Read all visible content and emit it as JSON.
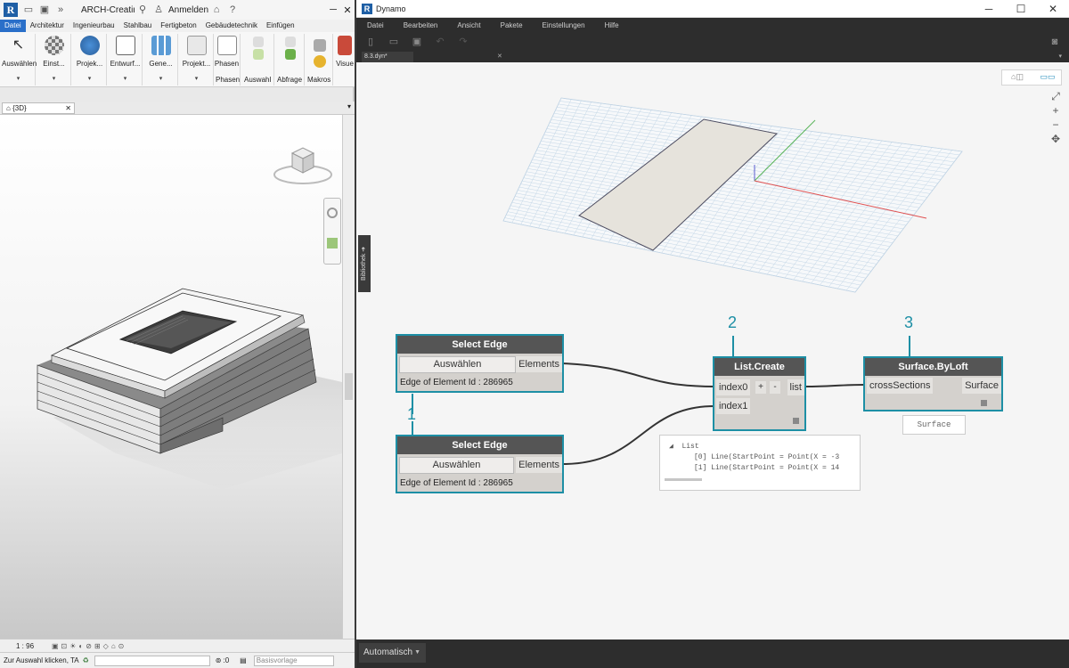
{
  "revit": {
    "title": "ARCH-Creating-...",
    "login": "Anmelden",
    "tabs": [
      "Datei",
      "Architektur",
      "Ingenieurbau",
      "Stahlbau",
      "Fertigbeton",
      "Gebäudetechnik",
      "Einfügen"
    ],
    "ribbon": {
      "buttons": [
        "Auswählen",
        "Einst...",
        "Projek...",
        "Entwurf...",
        "Gene...",
        "Projekt...",
        "Phasen",
        "Visue"
      ],
      "group_labels": [
        "Phasen",
        "Auswahl",
        "Abfrage",
        "Makros"
      ]
    },
    "view_tab": "{3D}",
    "scale": "1 : 96",
    "status": "Zur Auswahl klicken, TA",
    "status_count": ":0",
    "basis": "Basisvorlage"
  },
  "dynamo": {
    "title": "Dynamo",
    "menu": [
      "Datei",
      "Bearbeiten",
      "Ansicht",
      "Pakete",
      "Einstellungen",
      "Hilfe"
    ],
    "file_tab": "8.3.dyn*",
    "library_label": "Bibliothek",
    "run_mode": "Automatisch",
    "nodes": {
      "select_edge_1": {
        "title": "Select Edge",
        "button": "Auswählen",
        "output": "Elements",
        "info": "Edge of Element Id : 286965"
      },
      "select_edge_2": {
        "title": "Select Edge",
        "button": "Auswählen",
        "output": "Elements",
        "info": "Edge of Element Id : 286965"
      },
      "list_create": {
        "title": "List.Create",
        "inputs": [
          "index0",
          "index1"
        ],
        "plus": "+",
        "minus": "-",
        "output": "list"
      },
      "surface_byloft": {
        "title": "Surface.ByLoft",
        "input": "crossSections",
        "output": "Surface"
      }
    },
    "callouts": [
      "1",
      "2",
      "3"
    ],
    "list_preview": {
      "header": "List",
      "items": [
        "[0] Line(StartPoint = Point(X = -3",
        "[1] Line(StartPoint = Point(X = 14"
      ]
    },
    "surface_preview": "Surface"
  }
}
